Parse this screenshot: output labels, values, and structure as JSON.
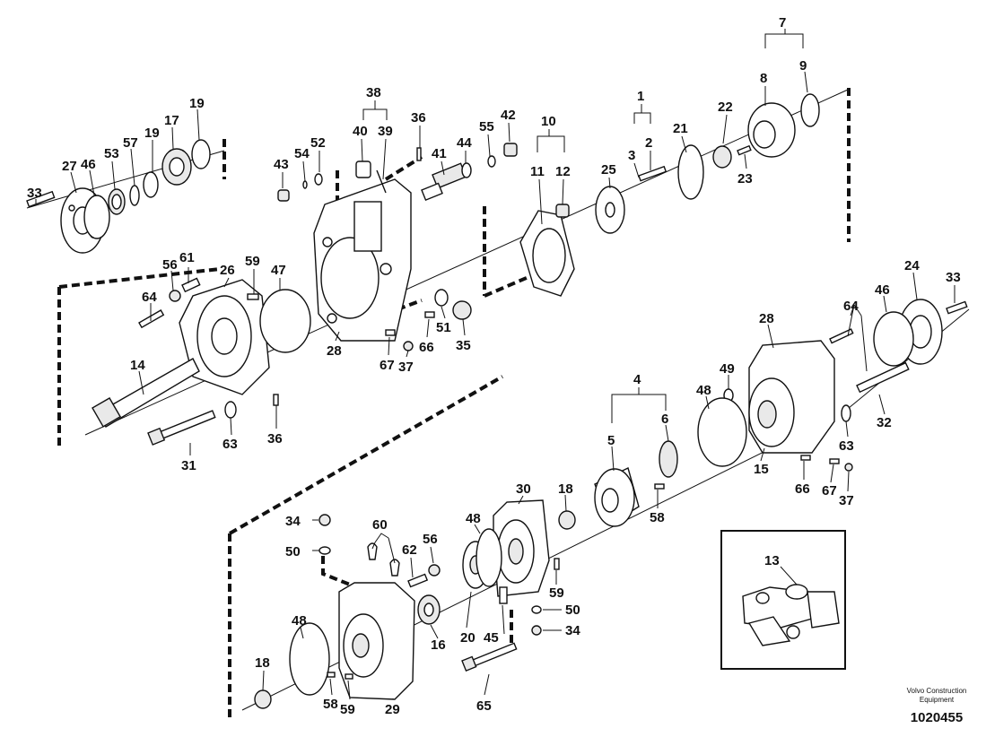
{
  "diagram": {
    "callouts": [
      {
        "id": "c1",
        "text": "1"
      },
      {
        "id": "c2",
        "text": "2"
      },
      {
        "id": "c3",
        "text": "3"
      },
      {
        "id": "c4",
        "text": "4"
      },
      {
        "id": "c5",
        "text": "5"
      },
      {
        "id": "c6",
        "text": "6"
      },
      {
        "id": "c7",
        "text": "7"
      },
      {
        "id": "c8",
        "text": "8"
      },
      {
        "id": "c9",
        "text": "9"
      },
      {
        "id": "c10",
        "text": "10"
      },
      {
        "id": "c11",
        "text": "11"
      },
      {
        "id": "c12",
        "text": "12"
      },
      {
        "id": "c13",
        "text": "13"
      },
      {
        "id": "c14",
        "text": "14"
      },
      {
        "id": "c15",
        "text": "15"
      },
      {
        "id": "c16",
        "text": "16"
      },
      {
        "id": "c17",
        "text": "17"
      },
      {
        "id": "c18a",
        "text": "18"
      },
      {
        "id": "c18b",
        "text": "18"
      },
      {
        "id": "c19a",
        "text": "19"
      },
      {
        "id": "c19b",
        "text": "19"
      },
      {
        "id": "c20",
        "text": "20"
      },
      {
        "id": "c21",
        "text": "21"
      },
      {
        "id": "c22",
        "text": "22"
      },
      {
        "id": "c23",
        "text": "23"
      },
      {
        "id": "c24",
        "text": "24"
      },
      {
        "id": "c25",
        "text": "25"
      },
      {
        "id": "c26",
        "text": "26"
      },
      {
        "id": "c27",
        "text": "27"
      },
      {
        "id": "c28a",
        "text": "28"
      },
      {
        "id": "c28b",
        "text": "28"
      },
      {
        "id": "c29",
        "text": "29"
      },
      {
        "id": "c30",
        "text": "30"
      },
      {
        "id": "c31",
        "text": "31"
      },
      {
        "id": "c32",
        "text": "32"
      },
      {
        "id": "c33a",
        "text": "33"
      },
      {
        "id": "c33b",
        "text": "33"
      },
      {
        "id": "c34a",
        "text": "34"
      },
      {
        "id": "c34b",
        "text": "34"
      },
      {
        "id": "c35",
        "text": "35"
      },
      {
        "id": "c36a",
        "text": "36"
      },
      {
        "id": "c36b",
        "text": "36"
      },
      {
        "id": "c37a",
        "text": "37"
      },
      {
        "id": "c37b",
        "text": "37"
      },
      {
        "id": "c38",
        "text": "38"
      },
      {
        "id": "c39",
        "text": "39"
      },
      {
        "id": "c40",
        "text": "40"
      },
      {
        "id": "c41",
        "text": "41"
      },
      {
        "id": "c42",
        "text": "42"
      },
      {
        "id": "c43",
        "text": "43"
      },
      {
        "id": "c44",
        "text": "44"
      },
      {
        "id": "c45",
        "text": "45"
      },
      {
        "id": "c46a",
        "text": "46"
      },
      {
        "id": "c46b",
        "text": "46"
      },
      {
        "id": "c47",
        "text": "47"
      },
      {
        "id": "c48a",
        "text": "48"
      },
      {
        "id": "c48b",
        "text": "48"
      },
      {
        "id": "c48c",
        "text": "48"
      },
      {
        "id": "c49",
        "text": "49"
      },
      {
        "id": "c50a",
        "text": "50"
      },
      {
        "id": "c50b",
        "text": "50"
      },
      {
        "id": "c51",
        "text": "51"
      },
      {
        "id": "c52",
        "text": "52"
      },
      {
        "id": "c53",
        "text": "53"
      },
      {
        "id": "c54",
        "text": "54"
      },
      {
        "id": "c55",
        "text": "55"
      },
      {
        "id": "c56a",
        "text": "56"
      },
      {
        "id": "c56b",
        "text": "56"
      },
      {
        "id": "c57",
        "text": "57"
      },
      {
        "id": "c58a",
        "text": "58"
      },
      {
        "id": "c58b",
        "text": "58"
      },
      {
        "id": "c59a",
        "text": "59"
      },
      {
        "id": "c59b",
        "text": "59"
      },
      {
        "id": "c59c",
        "text": "59"
      },
      {
        "id": "c60",
        "text": "60"
      },
      {
        "id": "c61",
        "text": "61"
      },
      {
        "id": "c62",
        "text": "62"
      },
      {
        "id": "c63a",
        "text": "63"
      },
      {
        "id": "c63b",
        "text": "63"
      },
      {
        "id": "c64a",
        "text": "64"
      },
      {
        "id": "c64b",
        "text": "64"
      },
      {
        "id": "c65",
        "text": "65"
      },
      {
        "id": "c66a",
        "text": "66"
      },
      {
        "id": "c66b",
        "text": "66"
      },
      {
        "id": "c67a",
        "text": "67"
      },
      {
        "id": "c67b",
        "text": "67"
      }
    ]
  },
  "credit": {
    "line1": "Volvo Construction",
    "line2": "Equipment",
    "code": "1020455"
  }
}
